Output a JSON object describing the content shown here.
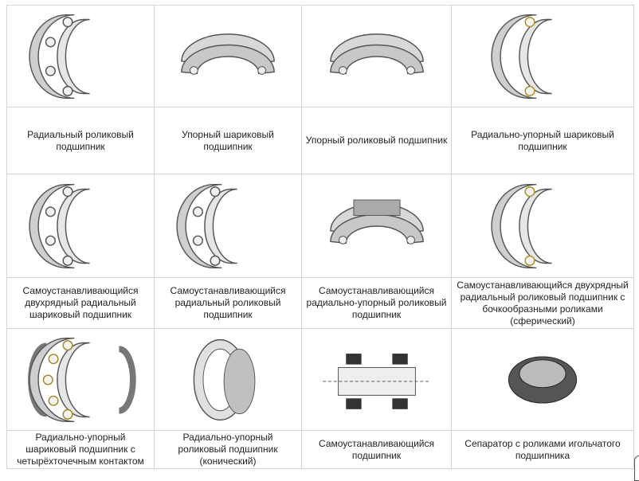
{
  "items": [
    {
      "label": "Радиальный роликовый подшипник",
      "icon": "radial-roller-bearing"
    },
    {
      "label": "Упорный шариковый подшипник",
      "icon": "thrust-ball-bearing"
    },
    {
      "label": "Упорный роликовый подшипник",
      "icon": "thrust-roller-bearing"
    },
    {
      "label": "Радиально-упорный шариковый подшипник",
      "icon": "angular-contact-ball-bearing"
    },
    {
      "label": "Самоустанавливающийся двухрядный радиальный шариковый подшипник",
      "icon": "self-aligning-double-row-ball-bearing"
    },
    {
      "label": "Самоустанавливающийся радиальный роликовый подшипник",
      "icon": "self-aligning-radial-roller-bearing"
    },
    {
      "label": "Самоустанавливающийся радиально-упорный роликовый подшипник",
      "icon": "self-aligning-thrust-roller-bearing"
    },
    {
      "label": "Самоустанавливающийся двухрядный радиальный роликовый подшипник с бочкообразными роликами (сферический)",
      "icon": "spherical-roller-bearing"
    },
    {
      "label": "Радиально-упорный шариковый подшипник с четырёхточечным контактом",
      "icon": "four-point-contact-ball-bearing"
    },
    {
      "label": "Радиально-упорный роликовый подшипник (конический)",
      "icon": "tapered-roller-bearing"
    },
    {
      "label": "Самоустанавливающийся подшипник",
      "icon": "self-aligning-bearing-section"
    },
    {
      "label": "Сепаратор с роликами игольчатого подшипника",
      "icon": "needle-roller-cage"
    }
  ]
}
